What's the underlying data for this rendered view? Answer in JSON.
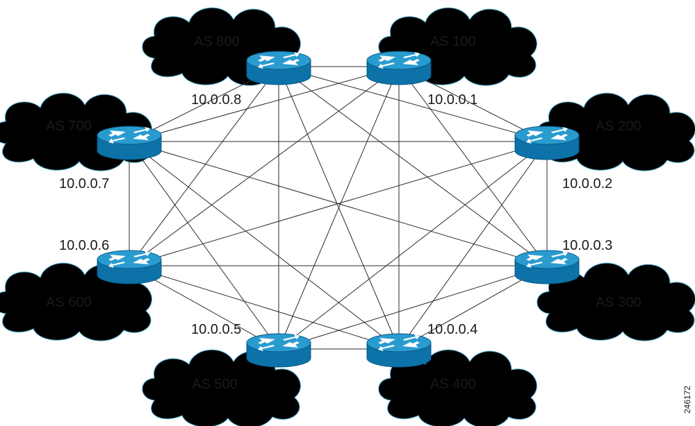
{
  "colors": {
    "router_top": "#2a9bcf",
    "router_side": "#0d72a8",
    "router_edge": "#075a86",
    "cloud_stroke": "#55b3d6",
    "link": "#2a2a2a"
  },
  "routers": [
    {
      "id": "as100",
      "as_label": "AS 100",
      "ip": "10.0.0.1"
    },
    {
      "id": "as200",
      "as_label": "AS 200",
      "ip": "10.0.0.2"
    },
    {
      "id": "as300",
      "as_label": "AS 300",
      "ip": "10.0.0.3"
    },
    {
      "id": "as400",
      "as_label": "AS 400",
      "ip": "10.0.0.4"
    },
    {
      "id": "as500",
      "as_label": "AS 500",
      "ip": "10.0.0.5"
    },
    {
      "id": "as600",
      "as_label": "AS 600",
      "ip": "10.0.0.6"
    },
    {
      "id": "as700",
      "as_label": "AS 700",
      "ip": "10.0.0.7"
    },
    {
      "id": "as800",
      "as_label": "AS 800",
      "ip": "10.0.0.8"
    }
  ],
  "topology": "full-mesh",
  "figure_id": "246172"
}
